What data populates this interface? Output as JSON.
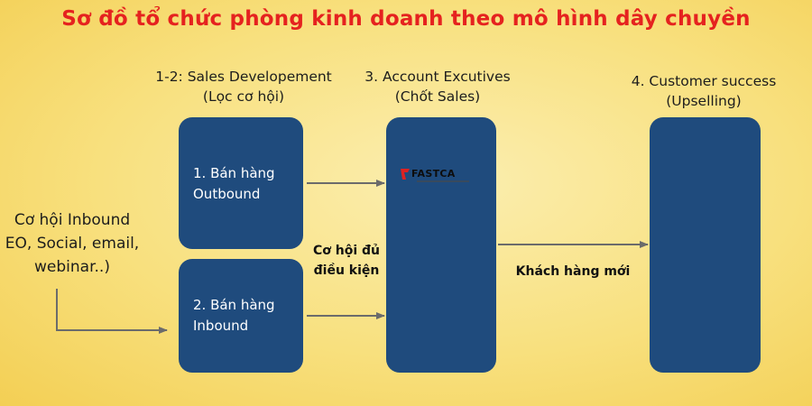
{
  "title": "Sơ đồ tổ chức phòng kinh doanh theo mô hình dây chuyền",
  "columns": {
    "development": {
      "line1": "1-2: Sales Developement",
      "line2": "(Lọc cơ hội)"
    },
    "account": {
      "line1": "3. Account Excutives",
      "line2": "(Chốt Sales)"
    },
    "success": {
      "line1": "4. Customer success",
      "line2": "(Upselling)"
    }
  },
  "boxes": {
    "outbound": {
      "line1": "1. Bán hàng",
      "line2": "Outbound"
    },
    "inbound": {
      "line1": "2. Bán hàng",
      "line2": "Inbound"
    }
  },
  "source": {
    "line1": "Cơ hội Inbound",
    "line2": "EO, Social, email,",
    "line3": "webinar..)"
  },
  "edges": {
    "qualified": {
      "line1": "Cơ hội đủ",
      "line2": "điều kiện"
    },
    "new_customer": "Khách hàng mới"
  },
  "logo": {
    "text": "FASTCA"
  },
  "colors": {
    "title": "#e5221f",
    "box": "#1f4b7d",
    "arrow": "#6b6b6b",
    "background": "#f8e07e"
  }
}
